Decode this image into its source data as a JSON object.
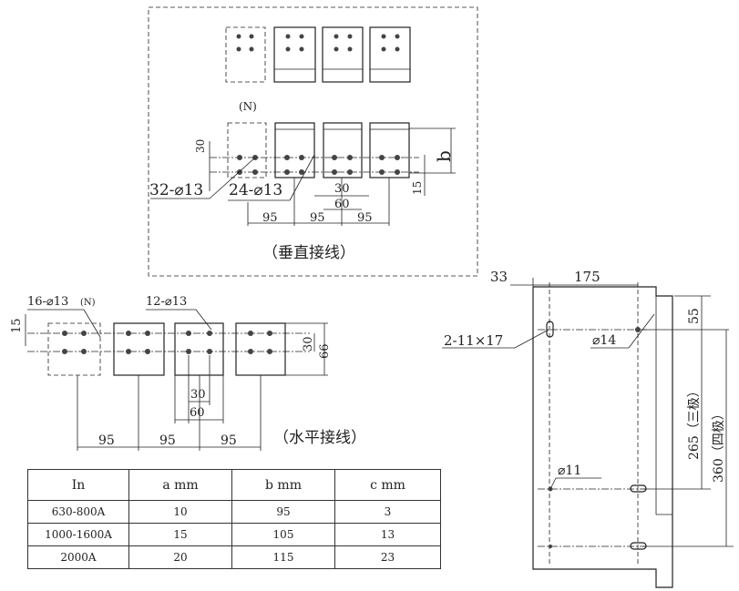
{
  "vertical": {
    "neutral": "(N)",
    "dim_30": "30",
    "holes_4p": "32-⌀13",
    "holes_3p": "24-⌀13",
    "dim_b": "b",
    "dim_15": "15",
    "dim_30b": "30",
    "dim_60": "60",
    "dim_95": "95",
    "caption": "（垂直接线）"
  },
  "horizontal": {
    "holes_4p": "16-⌀13",
    "neutral": "(N)",
    "holes_3p": "12-⌀13",
    "dim_15": "15",
    "dim_30": "30",
    "dim_66": "66",
    "dim_30b": "30",
    "dim_60": "60",
    "dim_95": "95",
    "caption": "（水平接线）"
  },
  "mounting": {
    "dim_33": "33",
    "dim_175": "175",
    "slot": "2-11×17",
    "hole_14": "⌀14",
    "dim_55": "55",
    "dim_265": "265（三极）",
    "dim_360": "360（四极）",
    "hole_11": "⌀11"
  },
  "table": {
    "headers": [
      "In",
      "a mm",
      "b mm",
      "c mm"
    ],
    "rows": [
      [
        "630-800A",
        "10",
        "95",
        "3"
      ],
      [
        "1000-1600A",
        "15",
        "105",
        "13"
      ],
      [
        "2000A",
        "20",
        "115",
        "23"
      ]
    ]
  }
}
